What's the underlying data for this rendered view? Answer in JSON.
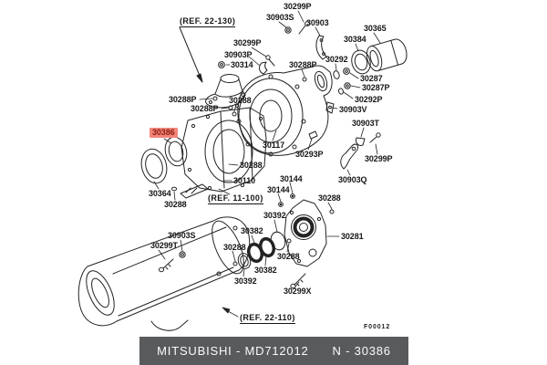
{
  "diagram": {
    "type": "exploded-parts-diagram",
    "figure_code": "F00012",
    "highlighted_part": "30386",
    "colors": {
      "background": "#ffffff",
      "line": "#232323",
      "highlight_bg": "#f0867a",
      "highlight_text": "#8f1a10",
      "footer_bg": "#595a5c",
      "footer_text": "#fbfbfb"
    },
    "labels": [
      {
        "text": "(REF. 22-130)",
        "kind": "ref"
      },
      {
        "text": "30299P"
      },
      {
        "text": "30903S"
      },
      {
        "text": "30903"
      },
      {
        "text": "30365"
      },
      {
        "text": "30384"
      },
      {
        "text": "30299P"
      },
      {
        "text": "30903P"
      },
      {
        "text": "30292"
      },
      {
        "text": "30314"
      },
      {
        "text": "30288P"
      },
      {
        "text": "30287"
      },
      {
        "text": "30287P"
      },
      {
        "text": "30288P"
      },
      {
        "text": "30288"
      },
      {
        "text": "30292P"
      },
      {
        "text": "30288P"
      },
      {
        "text": "30903V"
      },
      {
        "text": "30903T"
      },
      {
        "text": "30386",
        "highlighted": true
      },
      {
        "text": "30117"
      },
      {
        "text": "30293P"
      },
      {
        "text": "30299P"
      },
      {
        "text": "30288"
      },
      {
        "text": "30144"
      },
      {
        "text": "30903Q"
      },
      {
        "text": "30110"
      },
      {
        "text": "30144"
      },
      {
        "text": "30364"
      },
      {
        "text": "30288"
      },
      {
        "text": "(REF. 11-100)",
        "kind": "ref"
      },
      {
        "text": "30288"
      },
      {
        "text": "30392"
      },
      {
        "text": "30382"
      },
      {
        "text": "30903S"
      },
      {
        "text": "30281"
      },
      {
        "text": "30299T"
      },
      {
        "text": "30288"
      },
      {
        "text": "30288"
      },
      {
        "text": "30382"
      },
      {
        "text": "30392"
      },
      {
        "text": "30299X"
      },
      {
        "text": "(REF. 22-110)",
        "kind": "ref"
      }
    ]
  },
  "footer": {
    "brand_part": "MITSUBISHI - MD712012",
    "catalog_number": "N - 30386"
  }
}
